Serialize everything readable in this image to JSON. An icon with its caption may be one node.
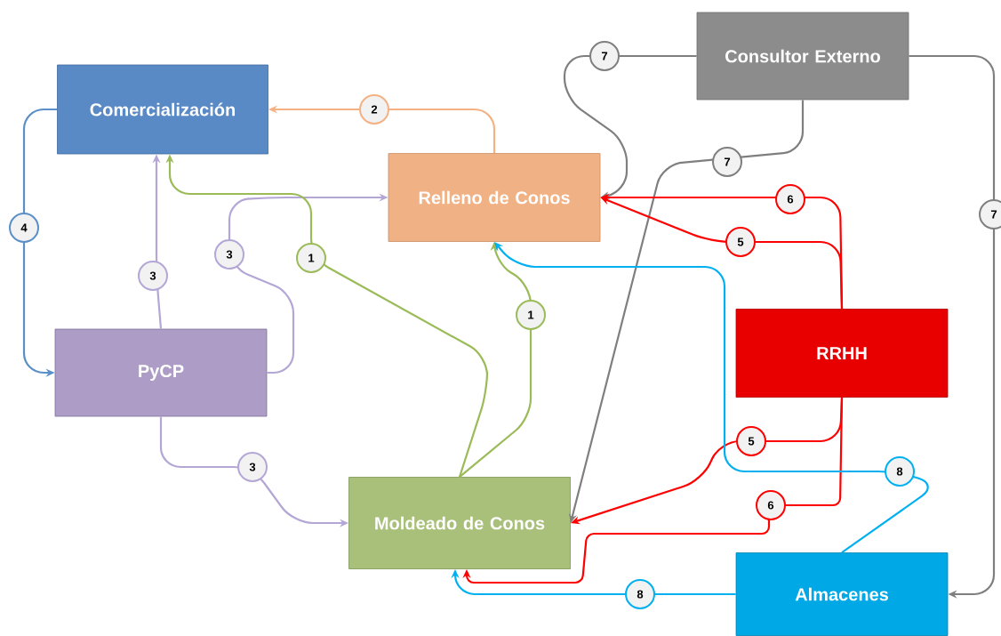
{
  "diagram": {
    "nodes": [
      {
        "text": [
          "Consultor Externo"
        ]
      },
      {
        "text": [
          "Comercialización"
        ]
      },
      {
        "text": [
          "Relleno de Conos"
        ]
      },
      {
        "text": [
          "RRHH"
        ]
      },
      {
        "text": [
          "PyCP"
        ]
      },
      {
        "text": [
          "Moldeado de Conos"
        ]
      },
      {
        "text": [
          "Almacenes"
        ]
      }
    ],
    "edges": [
      {
        "from": 2,
        "to": 1,
        "arrow": "to",
        "label": "2",
        "color": "#f4b183"
      },
      {
        "from": 1,
        "to": 4,
        "arrow": "to",
        "label": "4",
        "color": "#5b8fc7"
      },
      {
        "from": 4,
        "to": 1,
        "arrow": "to",
        "label": "3",
        "color": "#b4a7d6"
      },
      {
        "from": 4,
        "to": 2,
        "arrow": "to",
        "label": "3",
        "color": "#b4a7d6"
      },
      {
        "from": 4,
        "to": 5,
        "arrow": "to",
        "label": "3",
        "color": "#b4a7d6"
      },
      {
        "from": 5,
        "to": 1,
        "arrow": "to",
        "label": "1",
        "color": "#9bbb59"
      },
      {
        "from": 5,
        "to": 2,
        "arrow": "to",
        "label": "1",
        "color": "#9bbb59"
      },
      {
        "from": 0,
        "to": 2,
        "arrow": "to",
        "label": "7",
        "color": "#7f7f7f"
      },
      {
        "from": 0,
        "to": 5,
        "arrow": "to",
        "label": "7",
        "color": "#7f7f7f"
      },
      {
        "from": 0,
        "to": 6,
        "arrow": "to",
        "label": "7",
        "color": "#7f7f7f"
      },
      {
        "from": 3,
        "to": 2,
        "arrow": "to",
        "label": "6",
        "color": "#ff0000"
      },
      {
        "from": 3,
        "to": 2,
        "arrow": "to",
        "label": "5",
        "color": "#ff0000"
      },
      {
        "from": 3,
        "to": 5,
        "arrow": "to",
        "label": "5",
        "color": "#ff0000"
      },
      {
        "from": 3,
        "to": 5,
        "arrow": "to",
        "label": "6",
        "color": "#ff0000"
      },
      {
        "from": 6,
        "to": 5,
        "arrow": "to",
        "label": "8",
        "color": "#00b0f0"
      },
      {
        "from": 6,
        "to": 2,
        "arrow": "to",
        "label": "8",
        "color": "#00b0f0"
      }
    ]
  }
}
